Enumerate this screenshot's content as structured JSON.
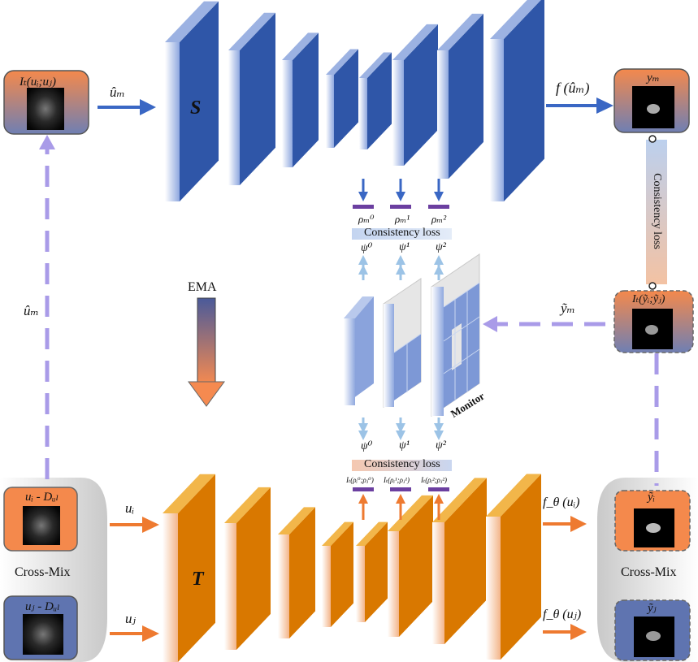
{
  "student": {
    "label": "S",
    "input_label": "Iₜ(uᵢ;uⱼ)",
    "input_arrow_label": "ûₘ",
    "output_arrow_label": "f (ûₘ)",
    "output_label": "yₘ",
    "rho_labels": [
      "ρₘ⁰",
      "ρₘ¹",
      "ρₘ²"
    ]
  },
  "teacher": {
    "label": "T",
    "input_labels": [
      "uᵢ",
      "uⱼ"
    ],
    "input_box_labels": [
      "uᵢ - Dᵤₗ",
      "uⱼ - Dᵤₗ"
    ],
    "output_arrow_labels": [
      "f_θ (uᵢ)",
      "f_θ (uⱼ)"
    ],
    "output_labels": [
      "ỹᵢ",
      "ỹⱼ"
    ],
    "pair_labels": [
      "Iₜ(ρᵢ⁰;ρⱼ⁰)",
      "Iₜ(ρᵢ¹;ρⱼ¹)",
      "Iₜ(ρᵢ²;ρⱼ²)"
    ]
  },
  "left_arrow_label": "ûₘ",
  "ema_label": "EMA",
  "cross_mix_left": "Cross-Mix",
  "cross_mix_right": "Cross-Mix",
  "consistency_loss_top": "Consistency loss",
  "consistency_loss_bottom": "Consistency loss",
  "consistency_loss_vertical": "Consistency loss",
  "psi_labels": [
    "ψ⁰",
    "ψ¹",
    "ψ²"
  ],
  "mixed_label": "Iₜ(ỹᵢ;ỹⱼ)",
  "mixed_arrow_label": "ỹₘ",
  "monitor_label": "Monitor",
  "colors": {
    "blue": "#2f56a8",
    "blue_light": "#cfdaf2",
    "orange": "#d97800",
    "orange_top": "#f2b64a",
    "arrow_blue": "#3a67c4",
    "arrow_orange": "#ee7a30",
    "dashed": "#a99be8",
    "light_arrow": "#9cc3e6",
    "purple": "#6b3fa0"
  }
}
